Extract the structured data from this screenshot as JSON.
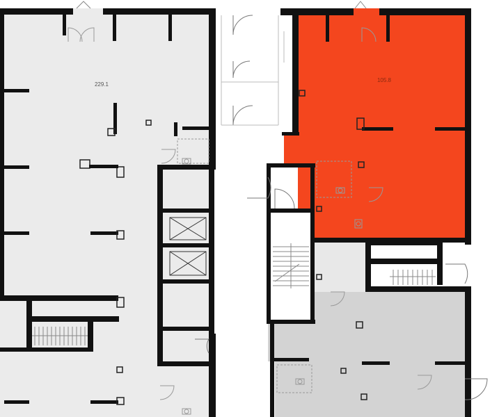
{
  "plan": {
    "rooms": [
      {
        "id": "unit-left",
        "area_label": "229.1",
        "fill": "#ebebeb"
      },
      {
        "id": "unit-right-highlight",
        "area_label": "105.8",
        "fill": "#f4461e"
      },
      {
        "id": "unit-lower-right",
        "area_label": "",
        "fill": "#d3d3d3"
      }
    ],
    "colors": {
      "wall": "#111111",
      "corridor": "#ffffff",
      "fixture": "#999999",
      "highlight": "#f4461e"
    },
    "icons": [
      "elevator-icon",
      "stair-icon",
      "door-swing-icon",
      "column-icon",
      "toilet-icon"
    ]
  }
}
